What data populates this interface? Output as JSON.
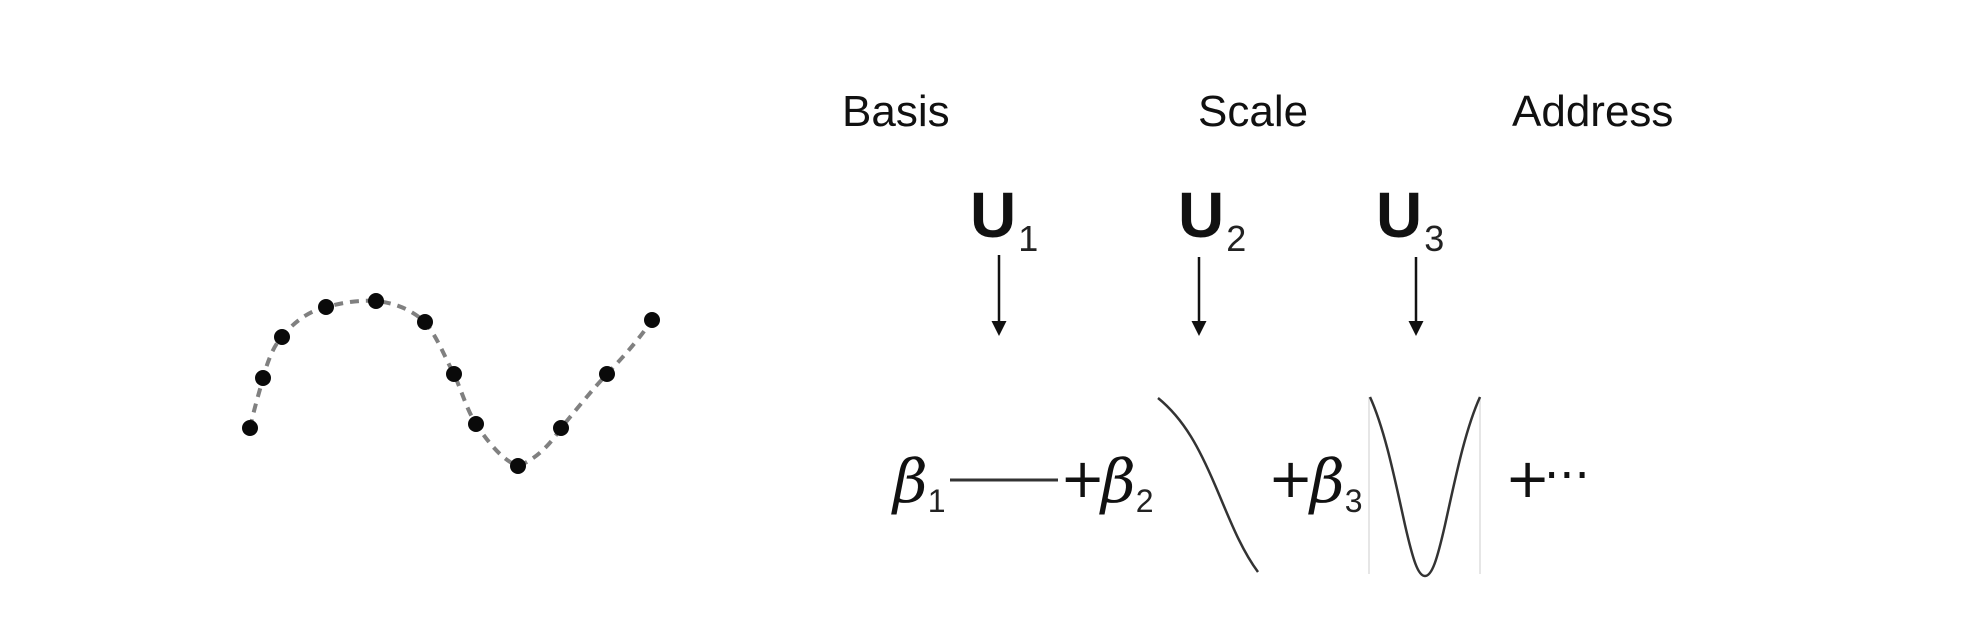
{
  "headers": {
    "basis": "Basis",
    "scale": "Scale",
    "address": "Address"
  },
  "u_labels": [
    {
      "main": "U",
      "sub": "1"
    },
    {
      "main": "U",
      "sub": "2"
    },
    {
      "main": "U",
      "sub": "3"
    }
  ],
  "expansion": {
    "terms": [
      {
        "symbol": "β",
        "sub": "1"
      },
      {
        "symbol": "β",
        "sub": "2"
      },
      {
        "symbol": "β",
        "sub": "3"
      }
    ],
    "plus": "+",
    "ellipsis": "···"
  }
}
